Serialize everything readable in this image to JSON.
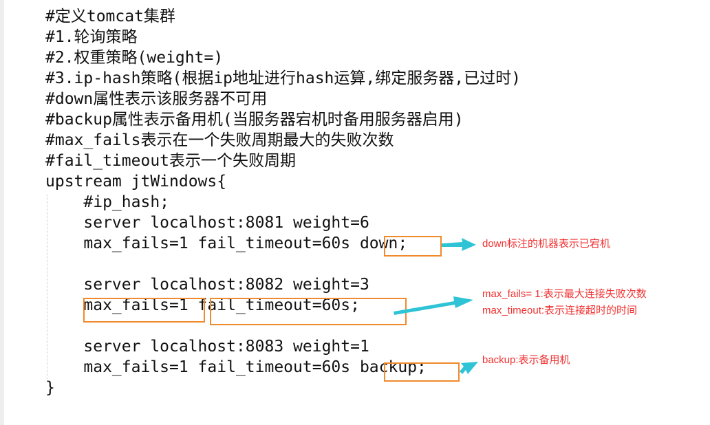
{
  "code_lines": [
    "#定义tomcat集群",
    "#1.轮询策略",
    "#2.权重策略(weight=)",
    "#3.ip-hash策略(根据ip地址进行hash运算,绑定服务器,已过时)",
    "#down属性表示该服务器不可用",
    "#backup属性表示备用机(当服务器宕机时备用服务器启用)",
    "#max_fails表示在一个失败周期最大的失败次数",
    "#fail_timeout表示一个失败周期",
    "upstream jtWindows{",
    "    #ip_hash;",
    "    server localhost:8081 weight=6",
    "    max_fails=1 fail_timeout=60s down;",
    "",
    "    server localhost:8082 weight=3",
    "    max_fails=1 fail_timeout=60s;",
    "",
    "    server localhost:8083 weight=1",
    "    max_fails=1 fail_timeout=60s backup;",
    "}"
  ],
  "annotations": {
    "down": "down标注的机器表示已宕机",
    "max_fails": "max_fails= 1:表示最大连接失败次数",
    "max_timeout": "max_timeout:表示连接超时的时间",
    "backup": "backup:表示备用机"
  },
  "colors": {
    "highlight_box": "#f08a2c",
    "arrow": "#2ec4d6",
    "annotation_text": "#f03030",
    "code_text": "#111111"
  }
}
